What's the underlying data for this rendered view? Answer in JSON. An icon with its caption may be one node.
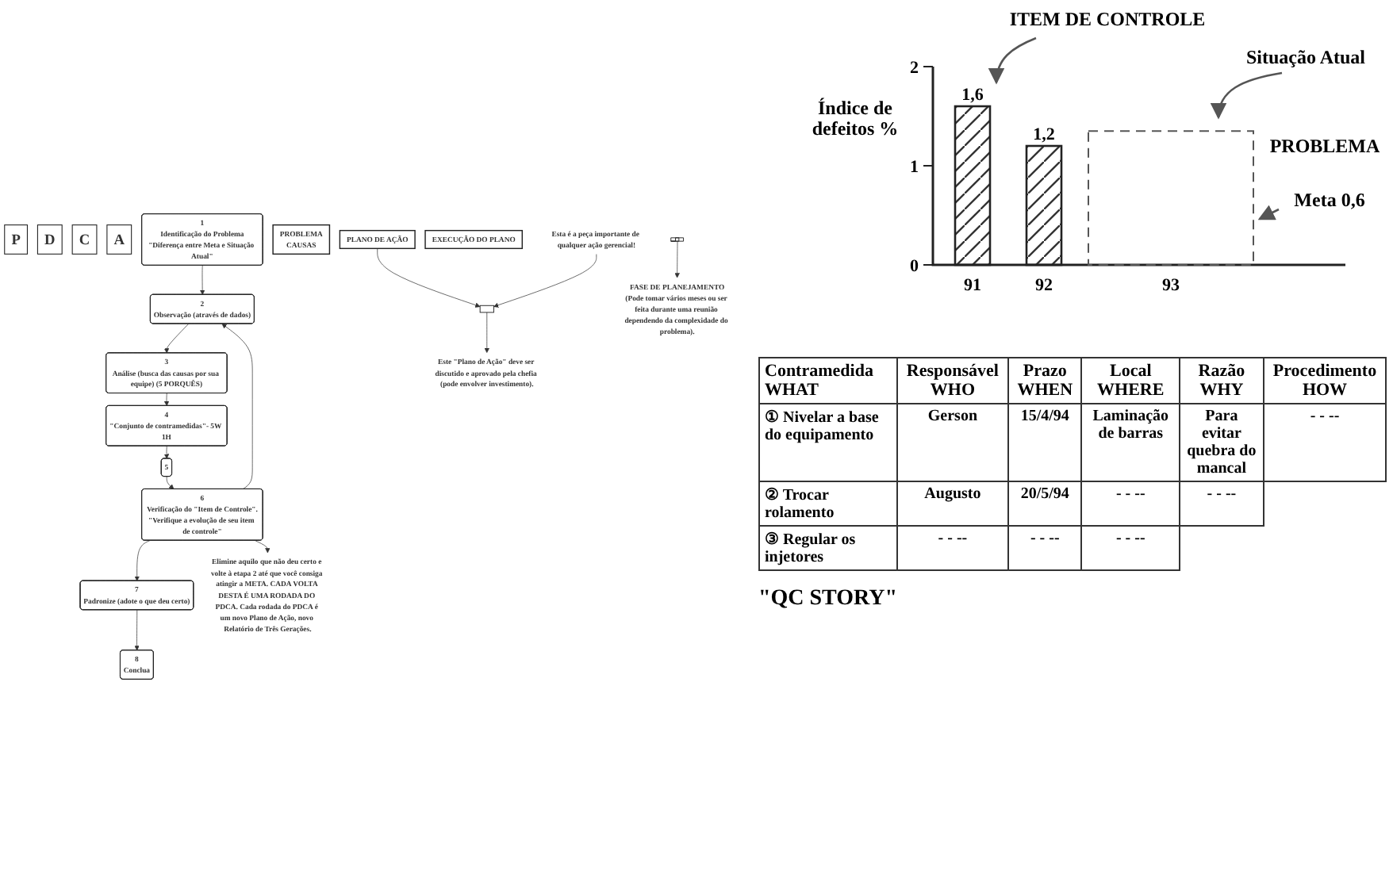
{
  "diagram": {
    "nodes": [
      {
        "text": [
          "P"
        ]
      },
      {
        "text": [
          "1",
          "Identificação do Problema",
          "\"Diferença entre Meta e Situação Atual\""
        ]
      },
      {
        "text": [
          "2",
          "Observação (através de dados)"
        ]
      },
      {
        "text": [
          "3",
          "Análise (busca das causas por sua equipe) (5 PORQUÊS)"
        ]
      },
      {
        "text": [
          "PROBLEMA",
          "CAUSAS"
        ]
      },
      {
        "text": [
          "4",
          "\"Conjunto de contramedidas\"- 5W 1H"
        ]
      },
      {
        "text": [
          "PLANO DE AÇÃO"
        ]
      },
      {
        "text": [
          "D"
        ]
      },
      {
        "text": [
          "5"
        ]
      },
      {
        "text": [
          "EXECUÇÃO DO PLANO"
        ]
      },
      {
        "text": [
          "C"
        ]
      },
      {
        "text": [
          "6",
          "Verificação do \"Item de Controle\".",
          "\"Verifique a evolução de seu item de controle\""
        ]
      },
      {
        "text": [
          "A"
        ]
      },
      {
        "text": [
          "7",
          "Padronize (adote o que deu certo)"
        ]
      },
      {
        "text": [
          "8",
          "Conclua"
        ]
      },
      {
        "text": [
          "FASE DE PLANEJAMENTO",
          "(Pode tomar vários meses ou ser feita durante uma reunião dependendo da complexidade do problema)."
        ]
      },
      {
        "text": [
          "Esta é a peça importante de qualquer ação gerencial!"
        ]
      },
      {
        "text": [],
        "shape": "box"
      },
      {
        "text": [
          "Este \"Plano de Ação\" deve ser discutido e aprovado pela chefia (pode envolver investimento)."
        ]
      },
      {
        "text": [
          "Elimine aquilo que não deu certo e volte à etapa 2 até que você consiga atingir a META. CADA VOLTA DESTA É UMA RODADA DO PDCA. Cada rodada do PDCA é um novo Plano de Ação, novo Relatório de Três Gerações."
        ]
      },
      {
        "text": [],
        "shape": "bar"
      }
    ],
    "edges": [
      {
        "from": 1,
        "to": 2,
        "arrow": "to"
      },
      {
        "from": 2,
        "to": 3,
        "arrow": "to"
      },
      {
        "from": 3,
        "to": 5,
        "arrow": "to"
      },
      {
        "from": 5,
        "to": 8,
        "arrow": "to"
      },
      {
        "from": 8,
        "to": 11,
        "arrow": "to"
      },
      {
        "from": 11,
        "to": 13,
        "arrow": "to"
      },
      {
        "from": 13,
        "to": 14,
        "arrow": "to"
      },
      {
        "from": 11,
        "to": 2,
        "arrow": "to"
      },
      {
        "from": 6,
        "to": 17,
        "arrow": "to"
      },
      {
        "from": 20,
        "to": 15,
        "arrow": "to"
      },
      {
        "from": 16,
        "to": 17,
        "arrow": "to"
      },
      {
        "from": 17,
        "to": 18,
        "arrow": "to"
      },
      {
        "from": 11,
        "to": 19,
        "arrow": "to"
      }
    ],
    "labels": [
      "\"QC STORY\"",
      "Contramedida WHAT",
      "Responsável WHO",
      "Prazo WHEN",
      "Local WHERE",
      "Razão WHY",
      "Procedimento HOW",
      "① Nivelar a base do equipamento",
      "Gerson",
      "15/4/94",
      "Laminação de barras",
      "Para evitar quebra do mancal",
      "- - --",
      "② Trocar rolamento",
      "Augusto",
      "20/5/94",
      "- - --",
      "- - --",
      "③ Regular os injetores",
      "- - --",
      "- - --",
      "- - --"
    ],
    "chart_data": {
      "type": "bar",
      "title": "ITEM DE CONTROLE",
      "ylabel": "Índice de defeitos %",
      "categories": [
        "91",
        "92",
        "93"
      ],
      "values": [
        1.6,
        1.2,
        null
      ],
      "ylim": [
        0,
        2
      ],
      "yticks": [
        0,
        1,
        2
      ],
      "value_labels": [
        "1,6",
        "1,2",
        null
      ],
      "annotations": [
        "Situação Atual",
        "PROBLEMA",
        "Meta 0,6"
      ]
    }
  }
}
